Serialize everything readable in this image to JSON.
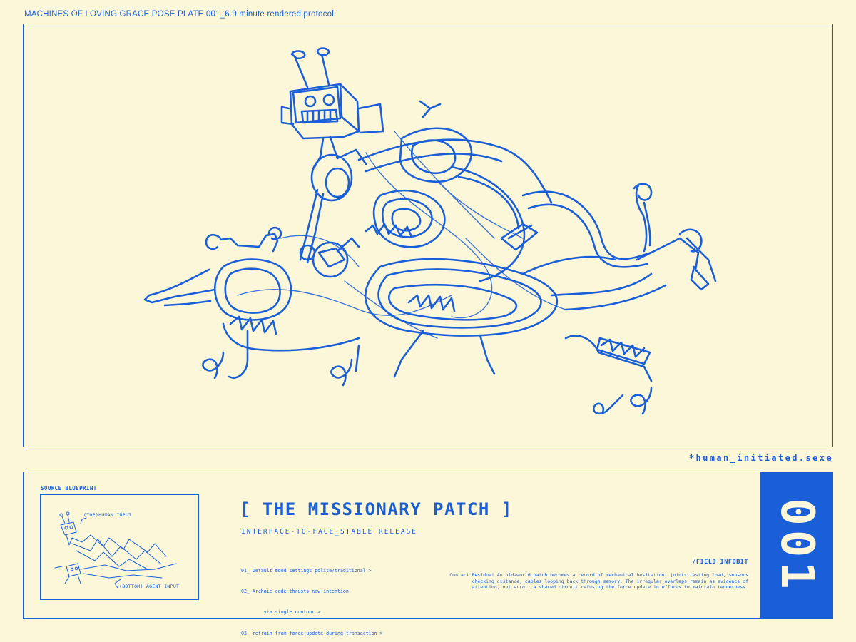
{
  "header": {
    "title": "MACHINES OF LOVING GRACE POSE PLATE 001_6.9 minute rendered protocol"
  },
  "tagline": "*human_initiated.sexe",
  "blueprint": {
    "label": "SOURCE BLUEPRINT",
    "top_note": "(TOP)HUMAN INPUT",
    "bottom_note": "(BOTTOM) AGENT INPUT"
  },
  "patch": {
    "title": "[ THE MISSIONARY PATCH ]",
    "subtitle": "INTERFACE-TO-FACE_STABLE RELEASE",
    "steps": [
      "01_ Default mood settings polite/traditional >",
      "02_ Archaic code thrusts new intention",
      "        via single contour >",
      "03_ refrain from force update during transaction >"
    ]
  },
  "field": {
    "title": "/FIELD INFOBIT",
    "body": "Contact Residue! An old-world patch becomes a record of mechanical hesitation: joints testing load, sensors checking distance, cables looping back through memory. The irregular overlaps remain as evidence of attention, not error; a shared circuit refusing the force update in efforts to maintain tenderness."
  },
  "plate_number": "001",
  "colors": {
    "background": "#fcf7d9",
    "ink": "#1a5ed8"
  },
  "icons": {
    "illustration": "robot-line-drawing-icon",
    "blueprint": "blueprint-sketch-icon"
  }
}
